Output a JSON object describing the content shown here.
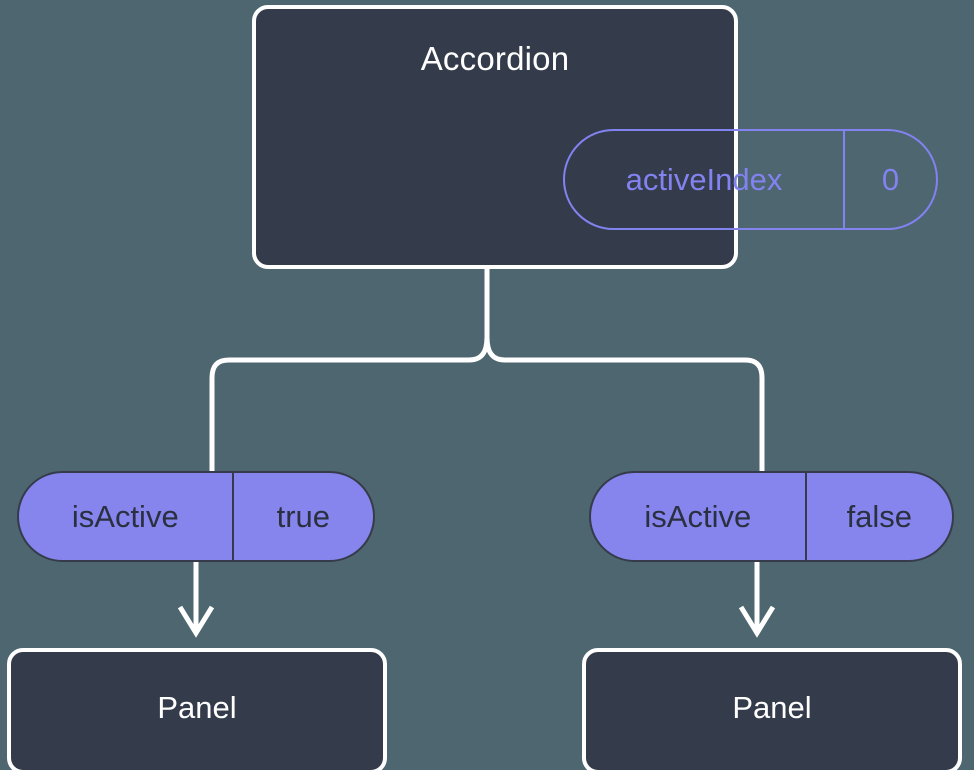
{
  "diagram": {
    "title_semantic": "react-component-state-flow",
    "background_color": "#4d6670",
    "node_fill": "#343b4a",
    "node_stroke": "#ffffff",
    "accent_color": "#8282f0",
    "pill_fill": "#8585ed",
    "pill_text_color": "#2b3040",
    "connector_color": "#ffffff"
  },
  "root": {
    "label": "Accordion",
    "state": {
      "key": "activeIndex",
      "value": "0"
    }
  },
  "branches": [
    {
      "prop": {
        "key": "isActive",
        "value": "true"
      },
      "leaf": {
        "label": "Panel"
      }
    },
    {
      "prop": {
        "key": "isActive",
        "value": "false"
      },
      "leaf": {
        "label": "Panel"
      }
    }
  ]
}
